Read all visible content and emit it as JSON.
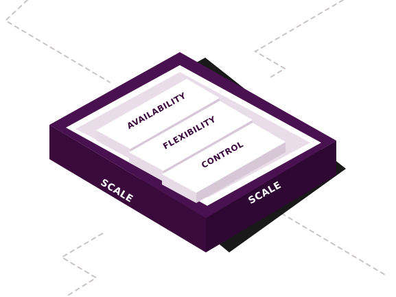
{
  "diagram": {
    "layers": [
      {
        "label": "AVAILABILITY"
      },
      {
        "label": "FLEXIBILITY"
      },
      {
        "label": "CONTROL"
      }
    ],
    "base": {
      "left_label": "SCALE",
      "right_label": "SCALE"
    },
    "colors": {
      "base_purple": "#3a0a3d",
      "base_purple_top": "#4a1150",
      "inner_well": "#e9dde9",
      "layer_fill": "#ffffff",
      "layer_shadow": "#e7dbe7",
      "text_dark": "#3a0a3d",
      "text_light": "#ffffff",
      "dash_line": "#c9c2c9"
    }
  }
}
